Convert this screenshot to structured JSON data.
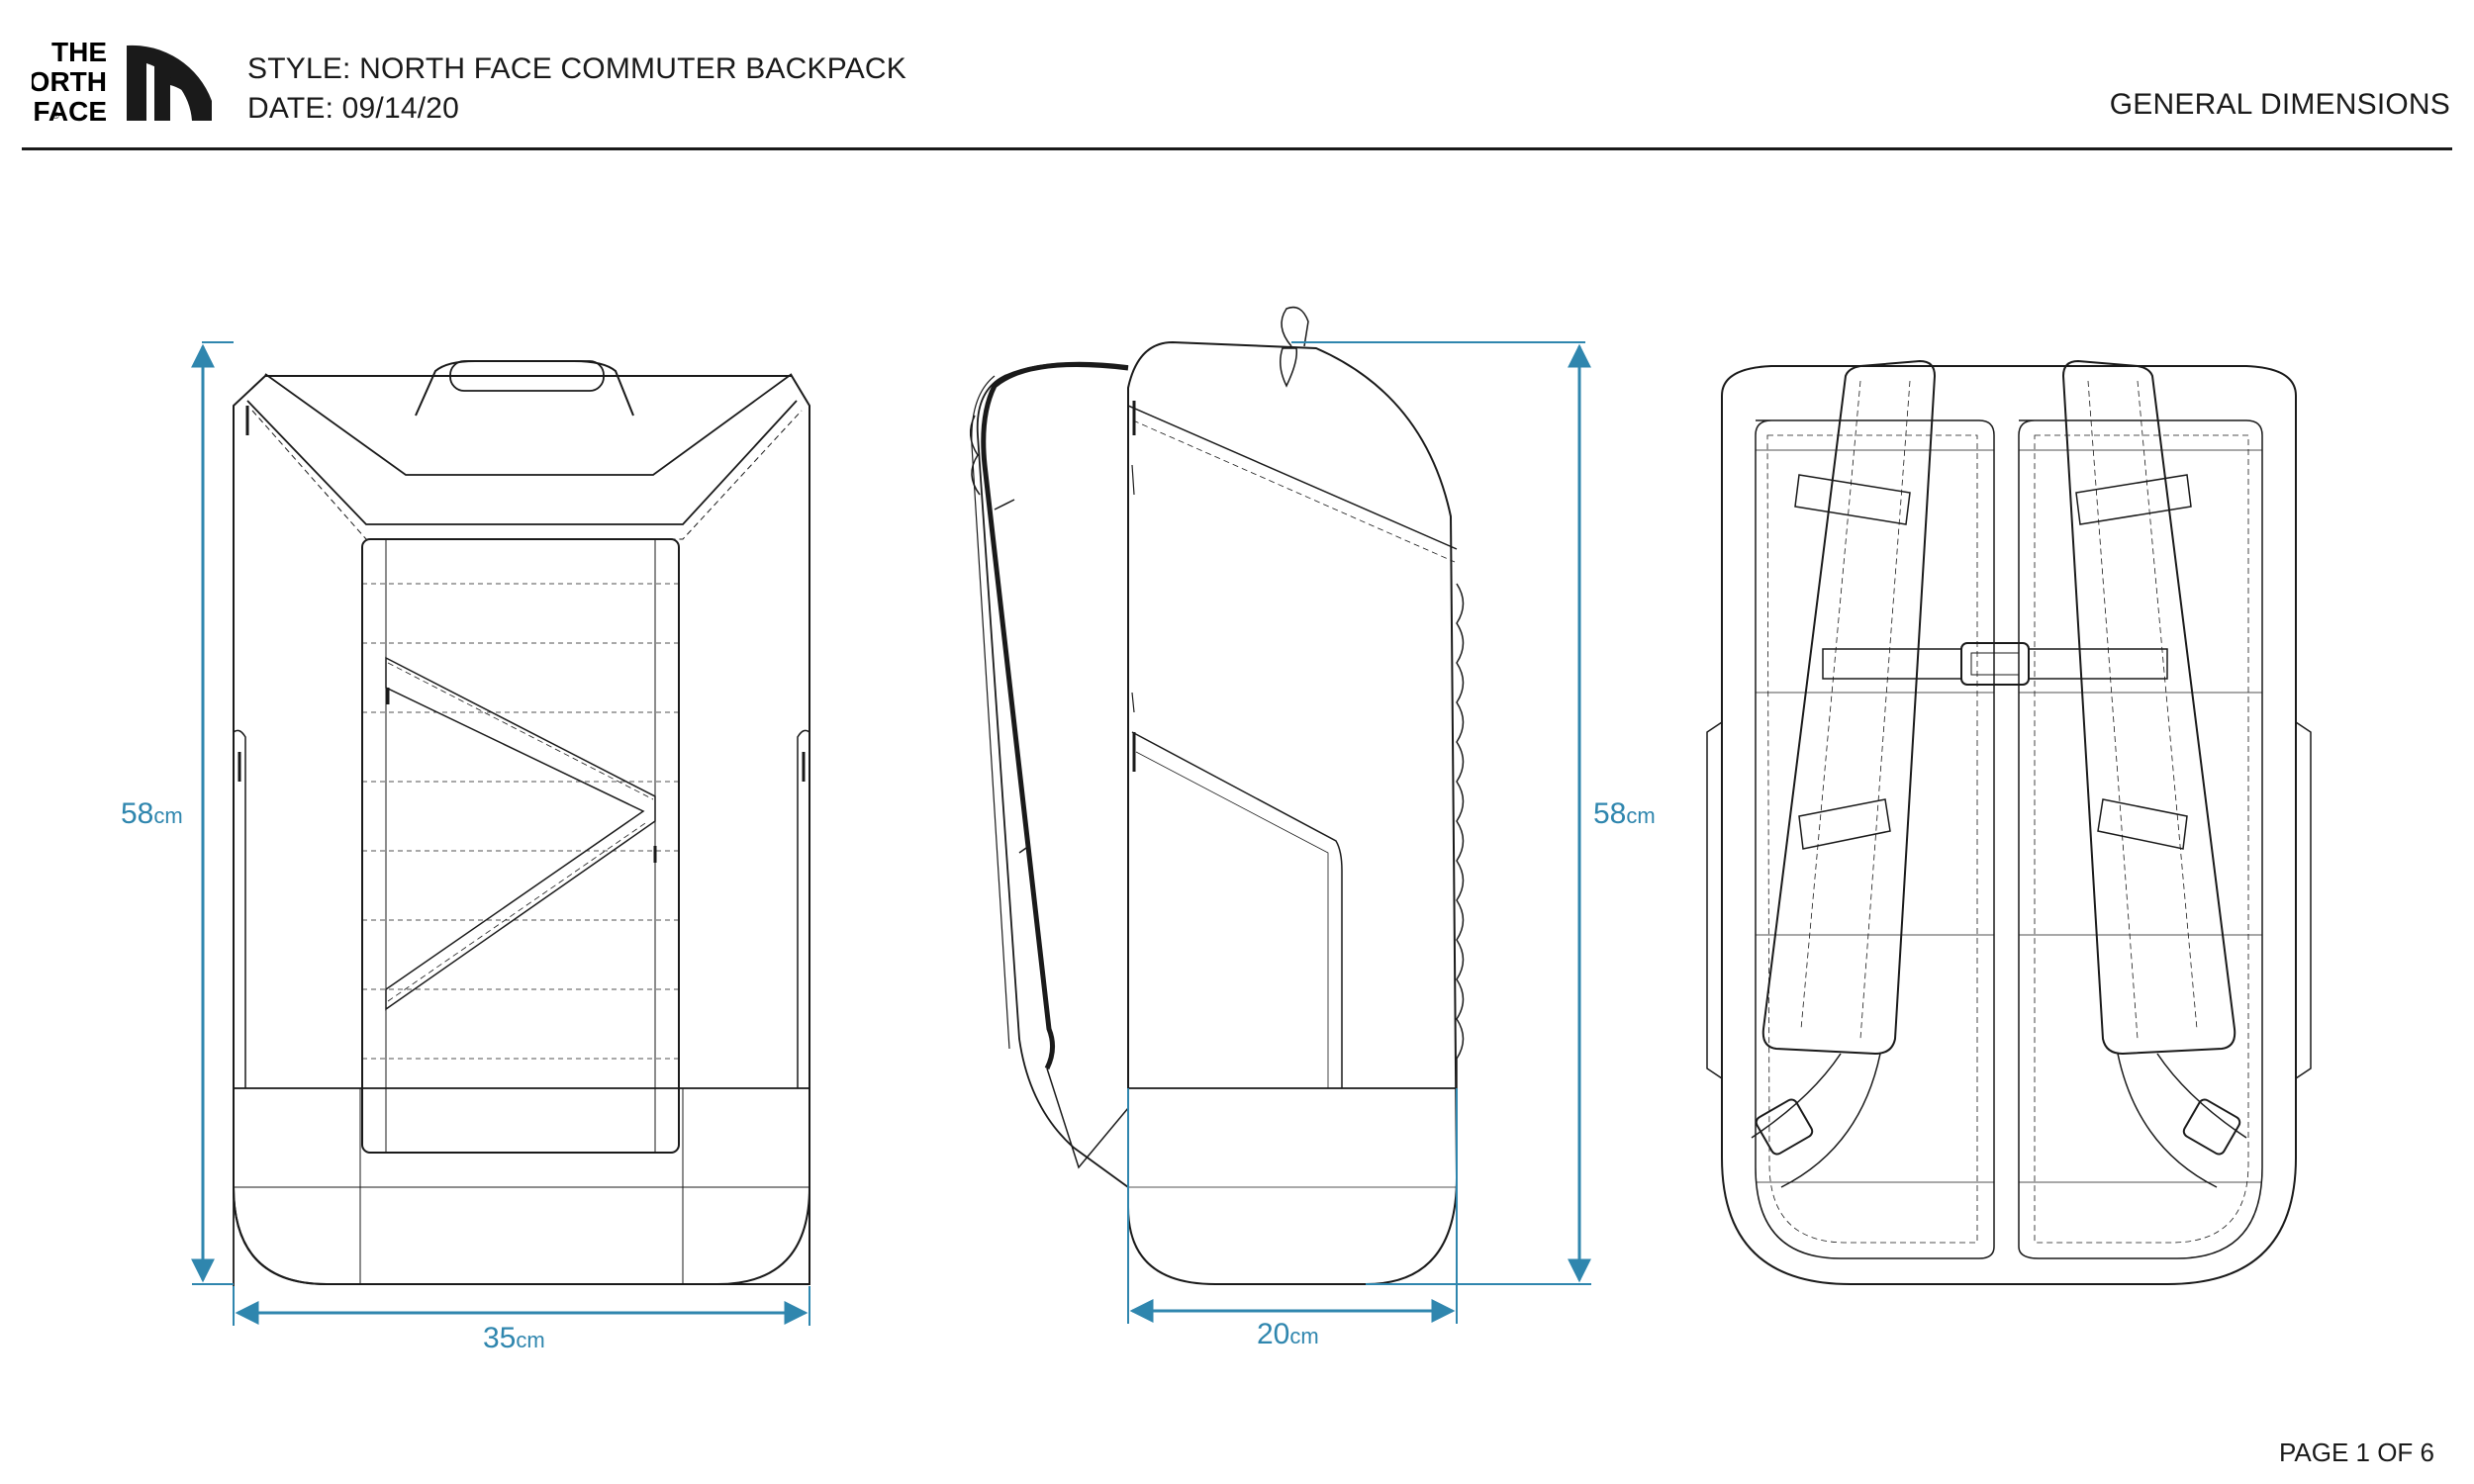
{
  "header": {
    "logo_text": [
      "THE",
      "NORTH",
      "FACE"
    ],
    "logo_mark": "®",
    "style_line": "STYLE:  NORTH FACE COMMUTER BACKPACK",
    "date_line": "DATE: 09/14/20",
    "section_title": "GENERAL DIMENSIONS"
  },
  "dimensions": {
    "front_height": {
      "value": "58",
      "unit": "cm"
    },
    "front_width": {
      "value": "35",
      "unit": "cm"
    },
    "side_height": {
      "value": "58",
      "unit": "cm"
    },
    "side_depth": {
      "value": "20",
      "unit": "cm"
    }
  },
  "footer": {
    "page_label": "PAGE 1 OF 6"
  },
  "colors": {
    "dimension": "#2f86ae",
    "line": "#1a1a1a"
  }
}
